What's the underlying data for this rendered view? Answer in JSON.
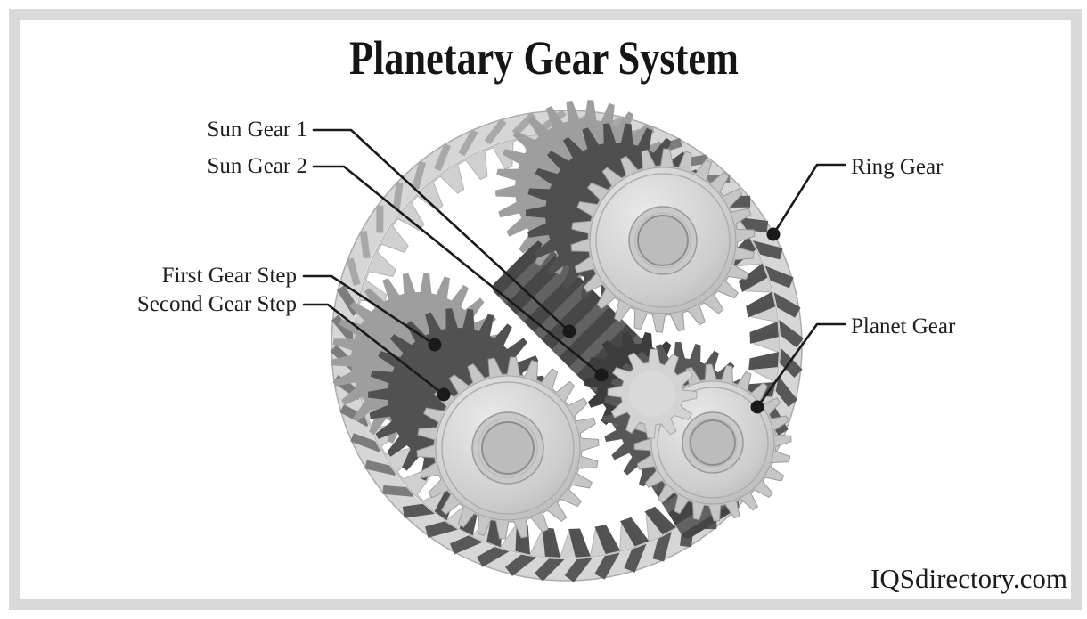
{
  "title": "Planetary Gear System",
  "watermark": "IQSdirectory.com",
  "callouts": [
    {
      "label": "Sun Gear 1",
      "side": "left"
    },
    {
      "label": "Sun Gear 2",
      "side": "left"
    },
    {
      "label": "First Gear Step",
      "side": "left"
    },
    {
      "label": "Second Gear Step",
      "side": "left"
    },
    {
      "label": "Ring Gear",
      "side": "right"
    },
    {
      "label": "Planet Gear",
      "side": "right"
    }
  ],
  "colors": {
    "background": "#ffffff",
    "frame": "#d9d9d9",
    "text": "#1f1f1f",
    "leader_line": "#1a1a1a",
    "gear_light": "#d0d0d0",
    "gear_mid": "#9b9b9b",
    "gear_dark": "#4a4a4a"
  }
}
